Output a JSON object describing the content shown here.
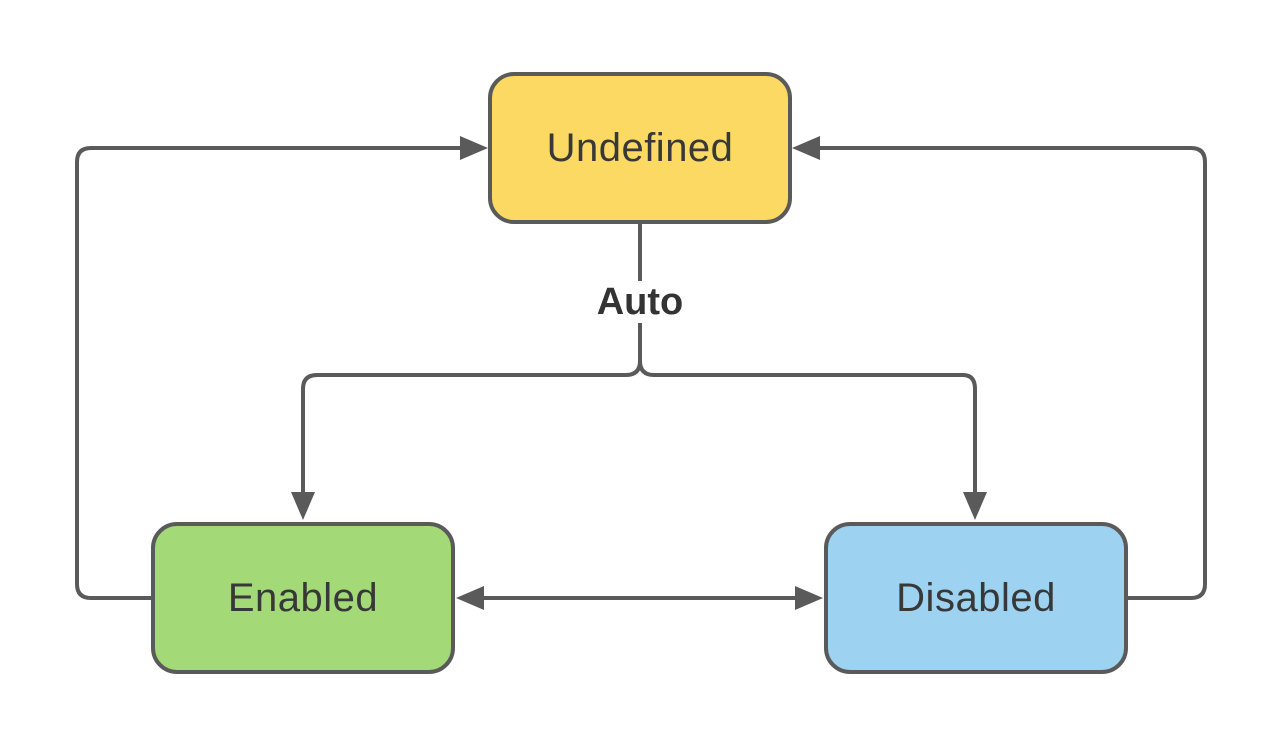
{
  "diagram": {
    "type": "state-diagram",
    "nodes": [
      {
        "id": "undefined",
        "label": "Undefined",
        "fill": "#FCD963"
      },
      {
        "id": "enabled",
        "label": "Enabled",
        "fill": "#A3D977"
      },
      {
        "id": "disabled",
        "label": "Disabled",
        "fill": "#9DD2F1"
      }
    ],
    "edges": [
      {
        "id": "undefined-auto-branch",
        "label": "Auto",
        "from": "undefined",
        "to": [
          "enabled",
          "disabled"
        ]
      },
      {
        "id": "enabled-to-undefined",
        "label": "",
        "from": "enabled",
        "to": "undefined"
      },
      {
        "id": "disabled-to-undefined",
        "label": "",
        "from": "disabled",
        "to": "undefined"
      },
      {
        "id": "enabled-disabled-bidirectional",
        "label": "",
        "from": "enabled",
        "to": "disabled",
        "bidirectional": true
      }
    ],
    "colors": {
      "connector": "#5a5a5a",
      "node_border": "#5a5a5a",
      "node_text": "#383838",
      "edge_label_text": "#333333",
      "background": "#ffffff"
    }
  }
}
